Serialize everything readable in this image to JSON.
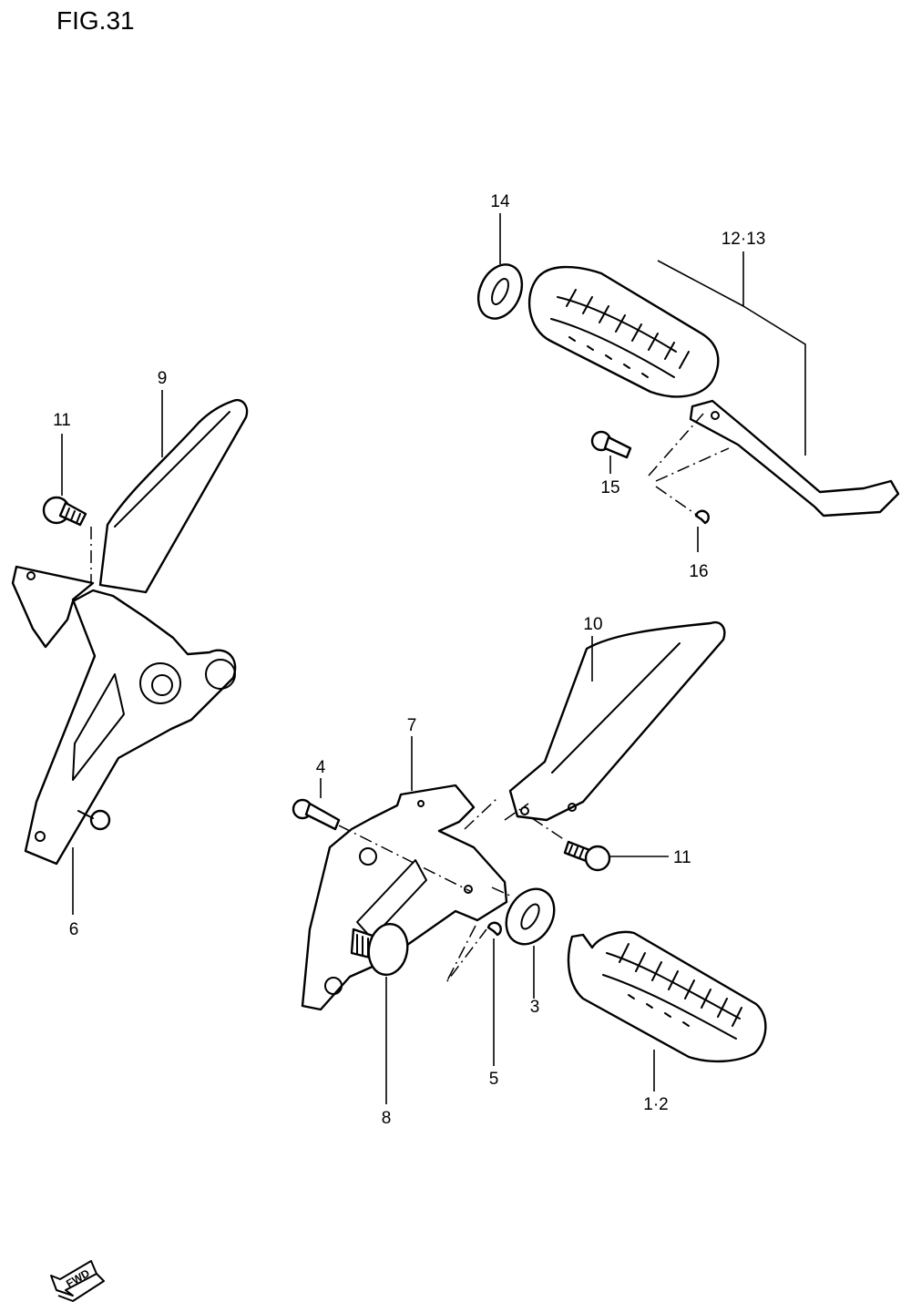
{
  "figure": {
    "title": "FIG.31"
  },
  "callouts": {
    "p1_2": "1·2",
    "p3": "3",
    "p4": "4",
    "p5": "5",
    "p6": "6",
    "p7": "7",
    "p8": "8",
    "p9": "9",
    "p10": "10",
    "p11_upper": "11",
    "p11_lower": "11",
    "p12_13": "12·13",
    "p14": "14",
    "p15": "15",
    "p16": "16"
  },
  "fwd_badge": {
    "label": "FWD",
    "icon": "fwd-arrow-icon"
  },
  "colors": {
    "line": "#000000",
    "background": "#ffffff"
  }
}
